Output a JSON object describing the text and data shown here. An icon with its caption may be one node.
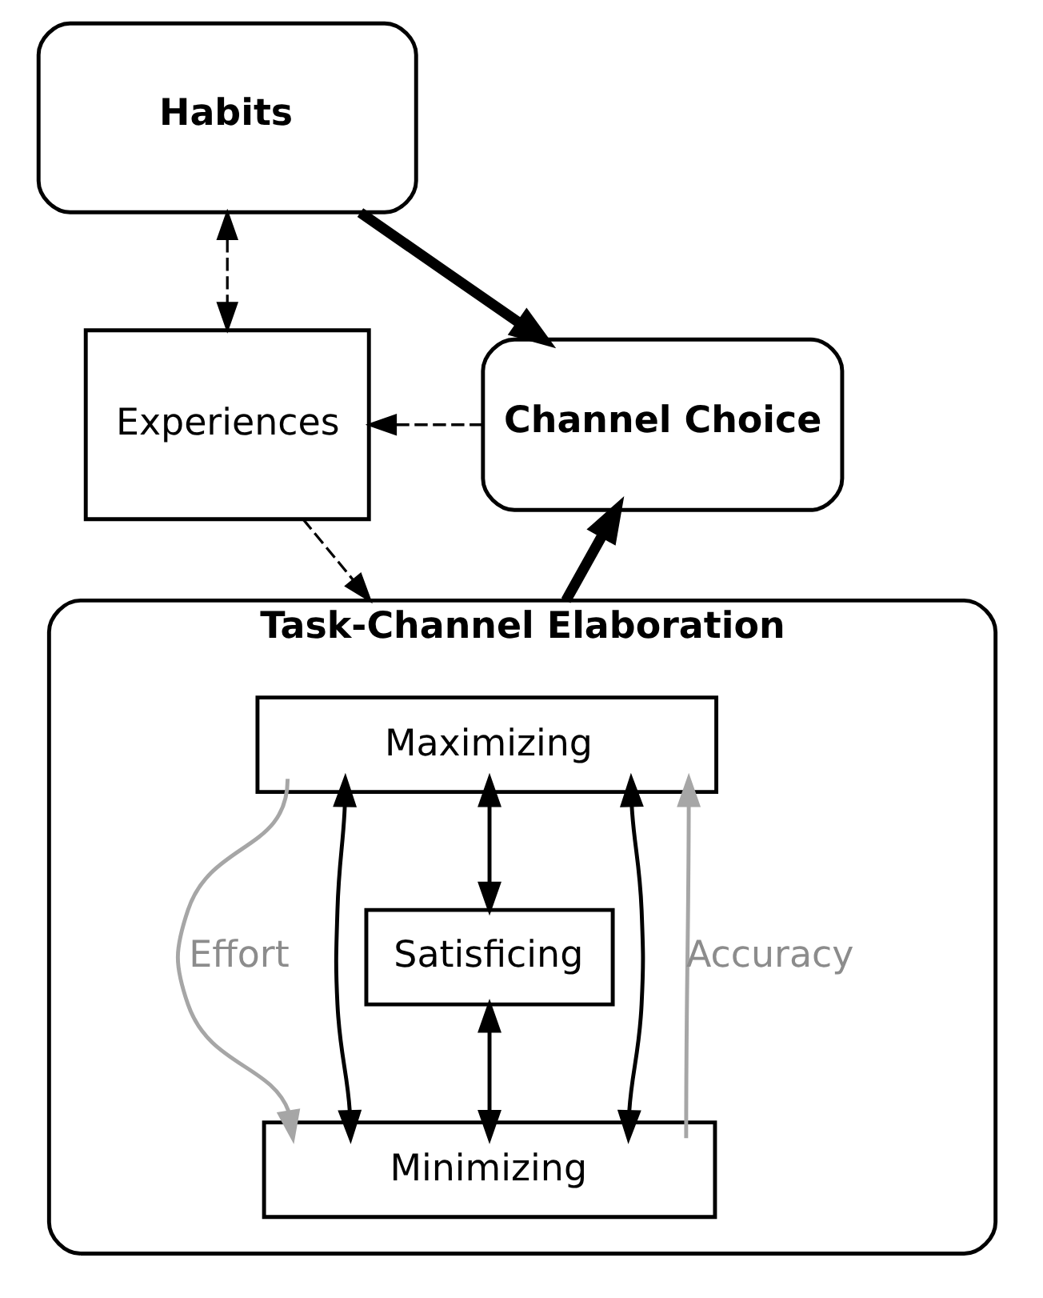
{
  "diagram": {
    "nodes": [
      {
        "text": [
          "Habits"
        ]
      },
      {
        "text": [
          "Experiences"
        ]
      },
      {
        "text": [
          "Channel Choice"
        ]
      },
      {
        "text": [
          "Task-Channel Elaboration"
        ]
      },
      {
        "text": [
          "Maximizing"
        ],
        "in": 3
      },
      {
        "text": [
          "Satisficing"
        ],
        "in": 3
      },
      {
        "text": [
          "Minimizing"
        ],
        "in": 3
      }
    ],
    "edges": [
      {
        "from": 0,
        "to": 1,
        "arrow": "both",
        "style": "dashed"
      },
      {
        "from": 0,
        "to": 2,
        "arrow": "to",
        "style": "thick"
      },
      {
        "from": 2,
        "to": 1,
        "arrow": "to",
        "style": "dashed"
      },
      {
        "from": 1,
        "to": 3,
        "arrow": "to",
        "style": "dashed"
      },
      {
        "from": 3,
        "to": 2,
        "arrow": "to",
        "style": "thick"
      },
      {
        "from": 4,
        "to": 6,
        "arrow": "to",
        "label": "Effort",
        "color": "#a6a6a6"
      },
      {
        "from": 4,
        "to": 6,
        "arrow": "both"
      },
      {
        "from": 4,
        "to": 5,
        "arrow": "both"
      },
      {
        "from": 5,
        "to": 6,
        "arrow": "both"
      },
      {
        "from": 4,
        "to": 6,
        "arrow": "both"
      },
      {
        "from": 6,
        "to": 4,
        "arrow": "to",
        "label": "Accuracy",
        "color": "#a6a6a6"
      }
    ]
  }
}
